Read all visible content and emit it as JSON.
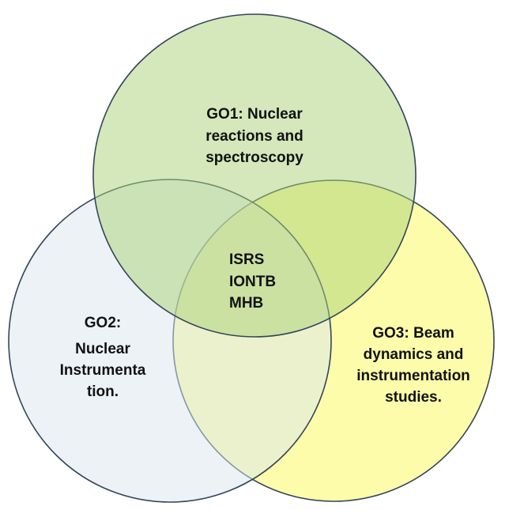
{
  "diagram": {
    "type": "venn",
    "sets": [
      {
        "id": "go1",
        "lines": [
          "GO1: Nuclear",
          "reactions and",
          "spectroscopy"
        ],
        "color": "#aad278"
      },
      {
        "id": "go2",
        "lines": [
          "GO2:",
          "Nuclear",
          "Instrumenta",
          "tion."
        ],
        "color": "#dce6f0"
      },
      {
        "id": "go3",
        "lines": [
          "GO3: Beam",
          "dynamics and",
          "instrumentation",
          "studies."
        ],
        "color": "#fcfcaa"
      }
    ],
    "center": {
      "lines": [
        "ISRS",
        "IONTB",
        "MHB"
      ]
    }
  }
}
